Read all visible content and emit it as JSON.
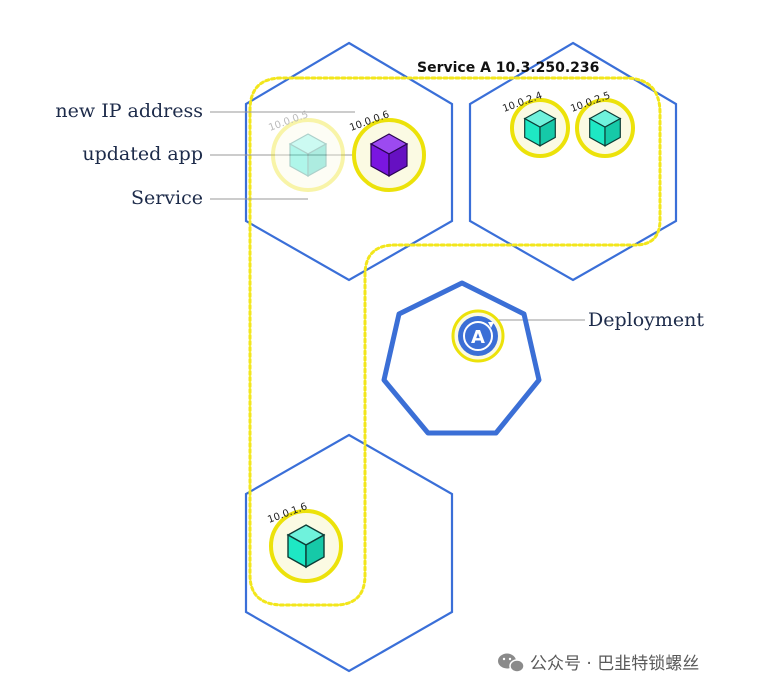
{
  "labels": {
    "new_ip": "new IP address",
    "updated_app": "updated app",
    "service": "Service",
    "deployment": "Deployment"
  },
  "service": {
    "title": "Service A 10.3.250.236"
  },
  "pods": {
    "old": {
      "ip": "10.0.0.5"
    },
    "new": {
      "ip": "10.0.0.6"
    },
    "node2_a": {
      "ip": "10.0.2.4"
    },
    "node2_b": {
      "ip": "10.0.2.5"
    },
    "node3": {
      "ip": "10.0.1.6"
    }
  },
  "deployment_badge": {
    "letter": "A"
  },
  "watermark": {
    "text": "公众号 · 巴韭特锁螺丝"
  },
  "colors": {
    "node_outline": "#3a6fd8",
    "service_dots": "#f2e61c",
    "pod_ring": "#ece20a",
    "cube_teal": "#1ee8c4",
    "cube_purple": "#7a16e0",
    "deployment_blue": "#3b6fd6"
  }
}
